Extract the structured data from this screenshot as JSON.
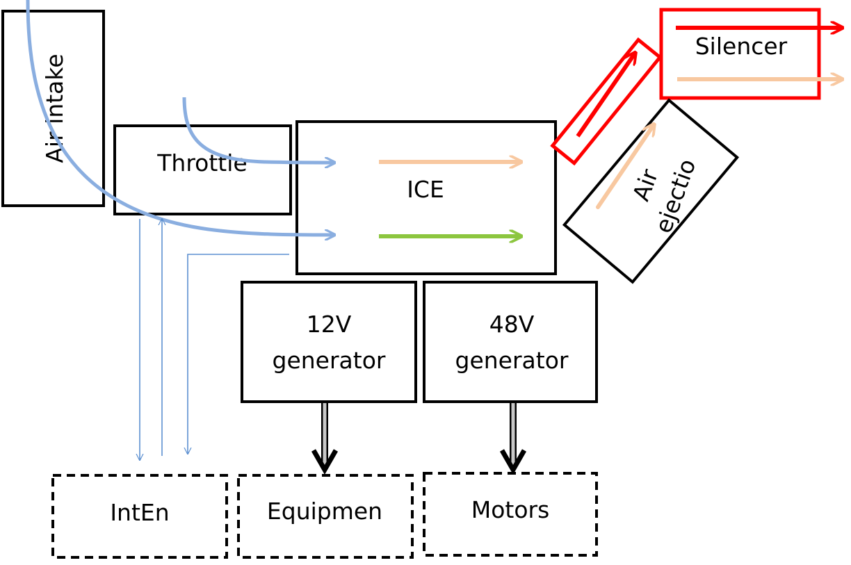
{
  "blocks": {
    "air_intake": "Air intake",
    "throttle": "Throttle",
    "ice": "ICE",
    "silencer": "Silencer",
    "air_ejection_line1": "Air",
    "air_ejection_line2": "ejectio",
    "gen12_line1": "12V",
    "gen12_line2": "generator",
    "gen48_line1": "48V",
    "gen48_line2": "generator",
    "inten": "IntEn",
    "equipment": "Equipmen",
    "motors": "Motors"
  },
  "colors": {
    "air_flow": "#8aaee0",
    "signal_line": "#5b8fd0",
    "exhaust": "#ff0000",
    "heat": "#f8c8a0",
    "mechanical": "#8cc63f",
    "power_shaft": "#000000"
  }
}
